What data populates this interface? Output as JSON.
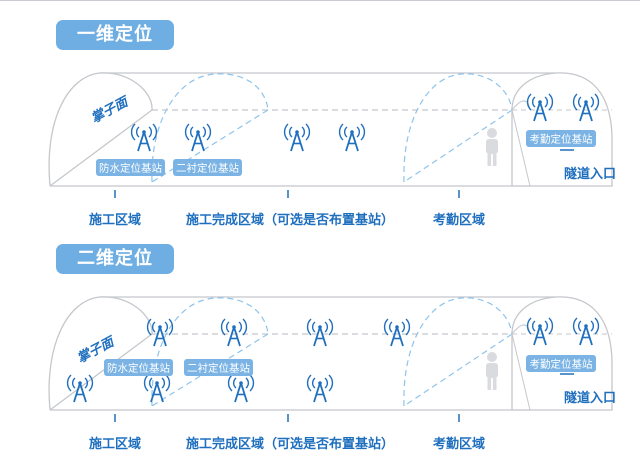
{
  "sections": [
    {
      "title": "一维定位",
      "face_label": "掌子面",
      "stations": [
        "防水定位基站",
        "二衬定位基站",
        "考勤定位基站"
      ],
      "entrance": "隧道入口",
      "regions": [
        "施工区域",
        "施工完成区域（可选是否布置基站）",
        "考勤区域"
      ]
    },
    {
      "title": "二维定位",
      "face_label": "掌子面",
      "stations": [
        "防水定位基站",
        "二衬定位基站",
        "考勤定位基站"
      ],
      "entrance": "隧道入口",
      "regions": [
        "施工区域",
        "施工完成区域（可选是否布置基站）",
        "考勤区域"
      ]
    }
  ],
  "icons": {
    "antenna": "antenna-icon",
    "person": "person-icon"
  },
  "colors": {
    "title_bg": "#6faee3",
    "label_blue": "#1f6fbf",
    "line_gray": "#c4c7cc",
    "dashed_blue": "#8ec4ec",
    "badge_bg": "#7ab3e4"
  }
}
